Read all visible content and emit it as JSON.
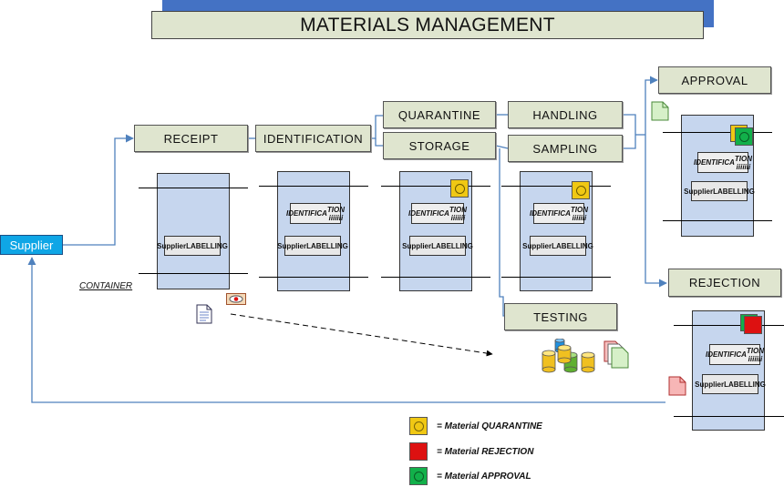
{
  "title": "MATERIALS MANAGEMENT",
  "colors": {
    "title_band": "#4472c4",
    "step_fill": "#dfe5cf",
    "container_fill": "#c6d6ee",
    "connector": "#4f81bd",
    "supplier_fill": "#0fa6e6",
    "quarantine": "#f0c814",
    "rejection": "#dd1111",
    "approval": "#12b04a"
  },
  "supplier": {
    "label": "Supplier"
  },
  "container_label": "CONTAINER",
  "steps": {
    "receipt": "RECEIPT",
    "identification": "IDENTIFICATION",
    "quarantine": "QUARANTINE",
    "storage": "STORAGE",
    "handling": "HANDLING",
    "sampling": "SAMPLING",
    "testing": "TESTING",
    "approval": "APPROVAL",
    "rejection": "REJECTION"
  },
  "tags": {
    "supplier_labelling": [
      "Supplier",
      "LABELLING"
    ],
    "identification": [
      "IDENTIFICA",
      "TION iiiiiii"
    ]
  },
  "legend": [
    {
      "status": "quarantine",
      "text": "= Material QUARANTINE",
      "icon": "yellow-circle-square"
    },
    {
      "status": "rejection",
      "text": "= Material REJECTION",
      "icon": "red-square"
    },
    {
      "status": "approval",
      "text": "= Material APPROVAL",
      "icon": "green-circle-square"
    }
  ]
}
